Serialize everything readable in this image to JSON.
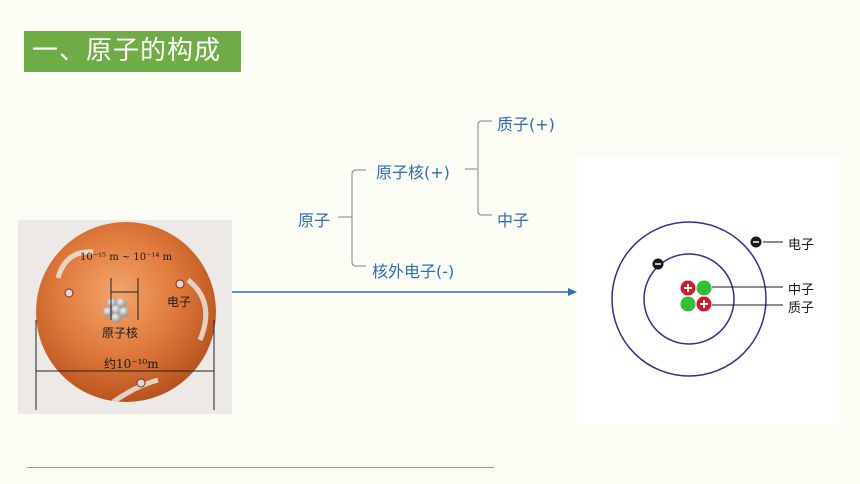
{
  "title": "一、原子的构成",
  "tree": {
    "root": "原子",
    "nucleus": "原子核(+)",
    "proton": "质子(+)",
    "neutron": "中子",
    "electrons": "核外电子(-)"
  },
  "photo": {
    "scale_label": "10⁻¹⁵ m ~ 10⁻¹⁴ m",
    "nucleus_label": "原子核",
    "electron_label": "电子",
    "size_label": "约10⁻¹⁰m"
  },
  "model": {
    "electron_label": "电子",
    "neutron_label": "中子",
    "proton_label": "质子"
  },
  "colors": {
    "title_bg": "#6fac46",
    "tree_text": "#2e6db4",
    "arrow": "#2e6db4",
    "orbit": "#2d3291",
    "proton": "#d7182a",
    "neutron": "#2fbf3a"
  }
}
